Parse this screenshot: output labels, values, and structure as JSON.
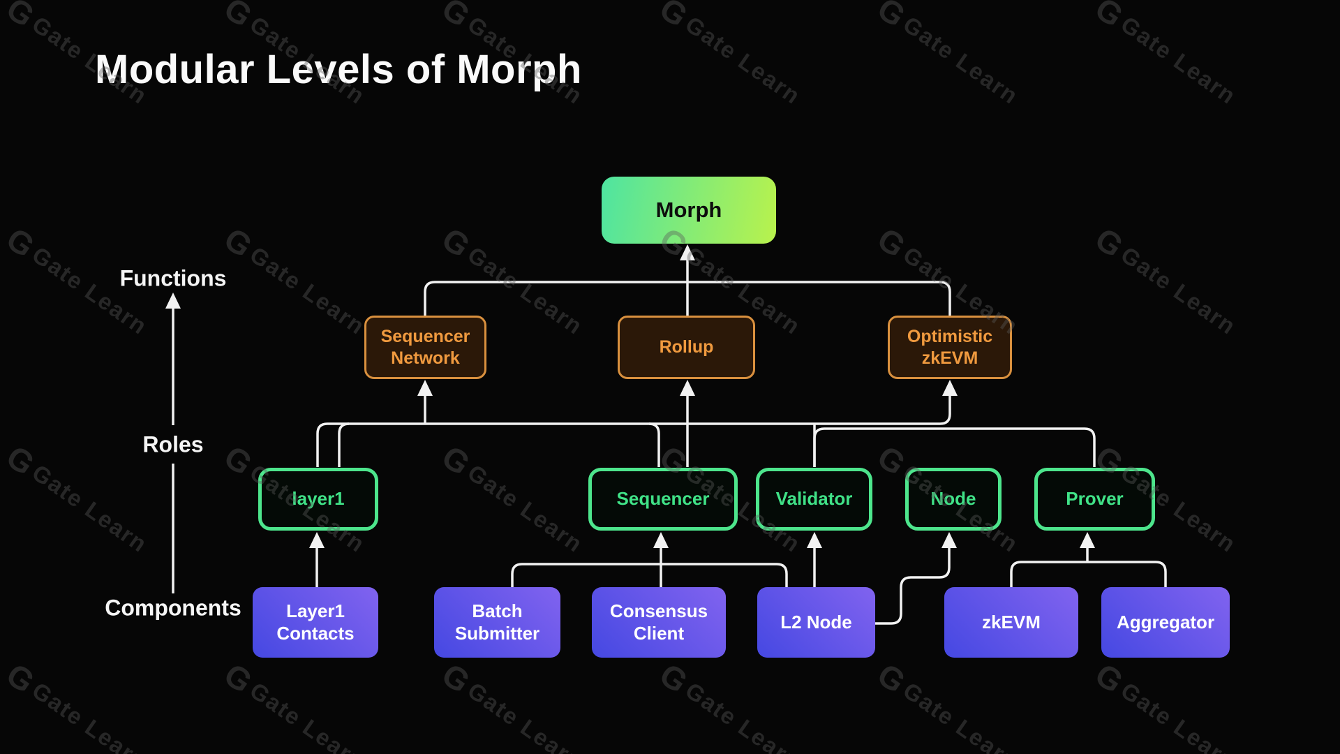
{
  "title": "Modular Levels of Morph",
  "watermark": {
    "logo": "G",
    "text": "Gate Learn"
  },
  "rail": {
    "functions_label": "Functions",
    "roles_label": "Roles",
    "components_label": "Components"
  },
  "colors": {
    "background": "#060606",
    "wire": "#f2f2f2",
    "root_gradient_start": "#4ee4a1",
    "root_gradient_end": "#b9f24c",
    "function_border": "#d9903e",
    "function_fill": "#2b1808",
    "function_text": "#f09a3f",
    "role_border": "#4de58c",
    "role_text": "#40e287",
    "component_gradient_start": "#4548e2",
    "component_gradient_end": "#8163ef",
    "component_text": "#ffffff"
  },
  "nodes": {
    "root": {
      "label": "Morph"
    },
    "functions": [
      {
        "id": "sequencer-network",
        "label": "Sequencer Network"
      },
      {
        "id": "rollup",
        "label": "Rollup"
      },
      {
        "id": "optimistic-zkevm",
        "label": "Optimistic zkEVM"
      }
    ],
    "roles": [
      {
        "id": "layer1",
        "label": "layer1"
      },
      {
        "id": "sequencer",
        "label": "Sequencer"
      },
      {
        "id": "validator",
        "label": "Validator"
      },
      {
        "id": "node",
        "label": "Node"
      },
      {
        "id": "prover",
        "label": "Prover"
      }
    ],
    "components": [
      {
        "id": "layer1-contacts",
        "label": "Layer1 Contacts"
      },
      {
        "id": "batch-submitter",
        "label": "Batch Submitter"
      },
      {
        "id": "consensus-client",
        "label": "Consensus Client"
      },
      {
        "id": "l2-node",
        "label": "L2 Node"
      },
      {
        "id": "zkevm",
        "label": "zkEVM"
      },
      {
        "id": "aggregator",
        "label": "Aggregator"
      }
    ]
  }
}
